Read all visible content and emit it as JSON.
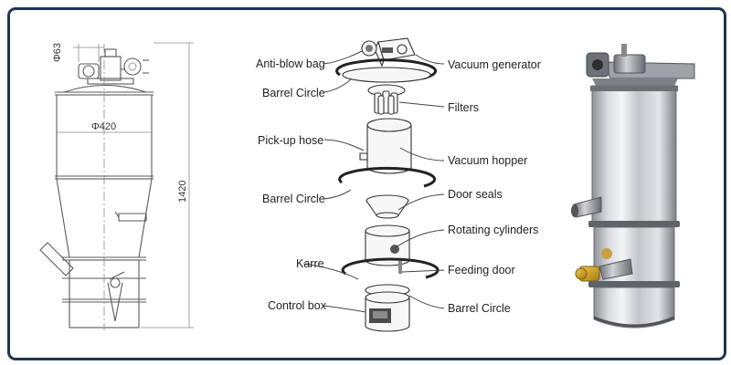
{
  "dimensions": {
    "inlet": "Φ63",
    "diameter": "Φ420",
    "height": "1420"
  },
  "labels": {
    "anti_blow_bag": "Anti-blow bag",
    "vacuum_generator": "Vacuum generator",
    "barrel_circle_1": "Barrel Circle",
    "filters": "Filters",
    "pick_up_hose": "Pick-up hose",
    "vacuum_hopper": "Vacuum hopper",
    "barrel_circle_2": "Barrel Circle",
    "door_seals": "Door seals",
    "rotating_cylinders": "Rotating cylinders",
    "karre": "Karre",
    "feeding_door": "Feeding door",
    "control_box": "Control box",
    "barrel_circle_3": "Barrel Circle"
  },
  "colors": {
    "frame": "#1f3556",
    "steel": "#c9ccd1",
    "brass": "#d9a61c"
  }
}
